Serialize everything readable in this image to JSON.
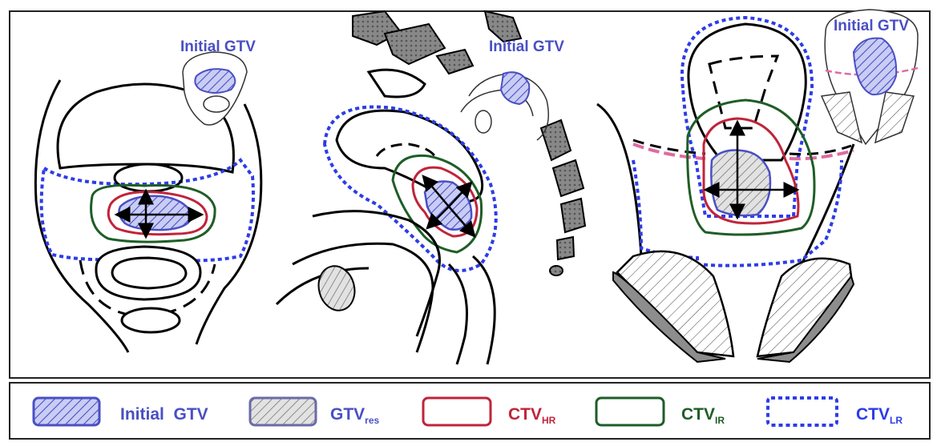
{
  "colors": {
    "initial_gtv": "#4a4fc4",
    "gtv_res": "#7a7aa8",
    "ctv_hr": "#c0243a",
    "ctv_ir": "#1e5e26",
    "ctv_lr": "#2d3ce8"
  },
  "panels": {
    "axial": {
      "label": "Initial GTV"
    },
    "sagittal": {
      "label": "Initial GTV"
    },
    "coronal": {
      "label": "Initial GTV"
    }
  },
  "legend": {
    "initial_gtv": "Initial  GTV",
    "gtv_res_main": "GTV",
    "gtv_res_sub": "res",
    "ctv_hr_main": "CTV",
    "ctv_hr_sub": "HR",
    "ctv_ir_main": "CTV",
    "ctv_ir_sub": "IR",
    "ctv_lr_main": "CTV",
    "ctv_lr_sub": "LR"
  }
}
